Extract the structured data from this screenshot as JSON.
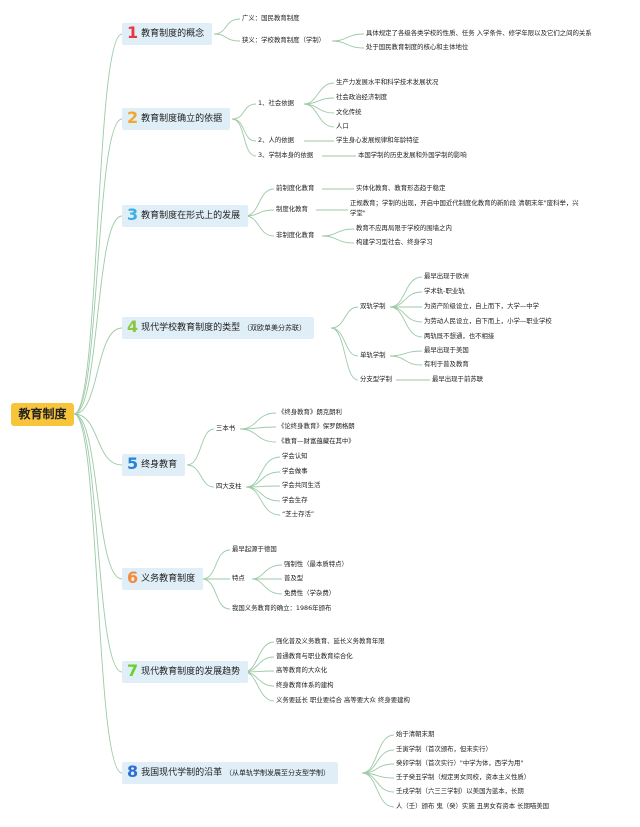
{
  "root": "教育制度",
  "branches": [
    {
      "num": "1",
      "label": "教育制度的概念",
      "items": [
        "广义：国民教育制度",
        "狭义：学校教育制度（学制）",
        "具体规定了各级各类学校的性质、任务 入学条件、修学年限以及它们之间的关系",
        "处于国民教育制度的核心和主体地位"
      ]
    },
    {
      "num": "2",
      "label": "教育制度确立的依据",
      "items": [
        "1、社会依据",
        "生产力发展水平和科学技术发展状况",
        "社会政治经济制度",
        "文化传统",
        "人口",
        "2、人的依据",
        "学生身心发展规律和年龄特征",
        "3、学制本身的依据",
        "本国学制的历史发展和外国学制的影响"
      ]
    },
    {
      "num": "3",
      "label": "教育制度在形式上的发展",
      "items": [
        "前制度化教育",
        "实体化教育、教育形态趋于稳定",
        "制度化教育",
        "正规教育；学制的出现，开启中国近代制度化教育的新阶段 清朝末年\"废科举，兴",
        "学堂\"",
        "非制度化教育",
        "教育不应再局限于学校的围墙之内",
        "构建学习型社会、终身学习"
      ]
    },
    {
      "num": "4",
      "label": "现代学校教育制度的类型",
      "sub": "（双欧单美分苏联）",
      "items": [
        "双轨学制",
        "最早出现于欧洲",
        "学术轨-职业轨",
        "为资产阶级设立，自上而下，大学—中学",
        "为劳动人民设立，自下而上，小学—职业学校",
        "两轨既不想通，也不相接",
        "单轨学制",
        "最早出现于美国",
        "有利于普及教育",
        "分支型学制",
        "最早出现于前苏联"
      ]
    },
    {
      "num": "5",
      "label": "终身教育",
      "items": [
        "三本书",
        "《终身教育》朗克朗利",
        "《论终身教育》保罗朗格朗",
        "《教育—财富蕴藏在其中》",
        "四大支柱",
        "学会认知",
        "学会做事",
        "学会共同生活",
        "学会生存",
        "“芝士存活”"
      ]
    },
    {
      "num": "6",
      "label": "义务教育制度",
      "items": [
        "最早起源于德国",
        "特点",
        "强制性（最本质特点）",
        "普及型",
        "免费性（学杂费）",
        "我国义务教育的确立：1986年颁布"
      ]
    },
    {
      "num": "7",
      "label": "现代教育制度的发展趋势",
      "items": [
        "强化普及义务教育、延长义务教育年限",
        "普通教育与职业教育综合化",
        "高等教育的大众化",
        "终身教育体系的建构",
        "义务要延长 职业要综合 高等要大众 终身要建构"
      ]
    },
    {
      "num": "8",
      "label": "我国现代学制的沿革",
      "sub": "（从单轨学制发展至分支型学制）",
      "items": [
        "始于清朝末期",
        "壬寅学制（首次颁布，但未实行）",
        "癸卯学制（首次实行）\"中学为体，西学为用\"",
        "壬子癸丑学制（规定男女同校，资本主义性质）",
        "壬戌学制（六三三学制）以美国为蓝本，长期",
        "人（壬）颁布 鬼（癸）实施 丑男女有资本 长期喵美国"
      ]
    }
  ],
  "colors": {
    "root_bg": "#f8c53a",
    "branch_bg": "#dfeef7",
    "wire": "#9ccaa6",
    "nums": [
      "#e8373e",
      "#f2a72b",
      "#3ab0e2",
      "#8cc63f",
      "#2a82d5",
      "#f58a3a",
      "#6ccf2e",
      "#2e6fd1"
    ]
  }
}
